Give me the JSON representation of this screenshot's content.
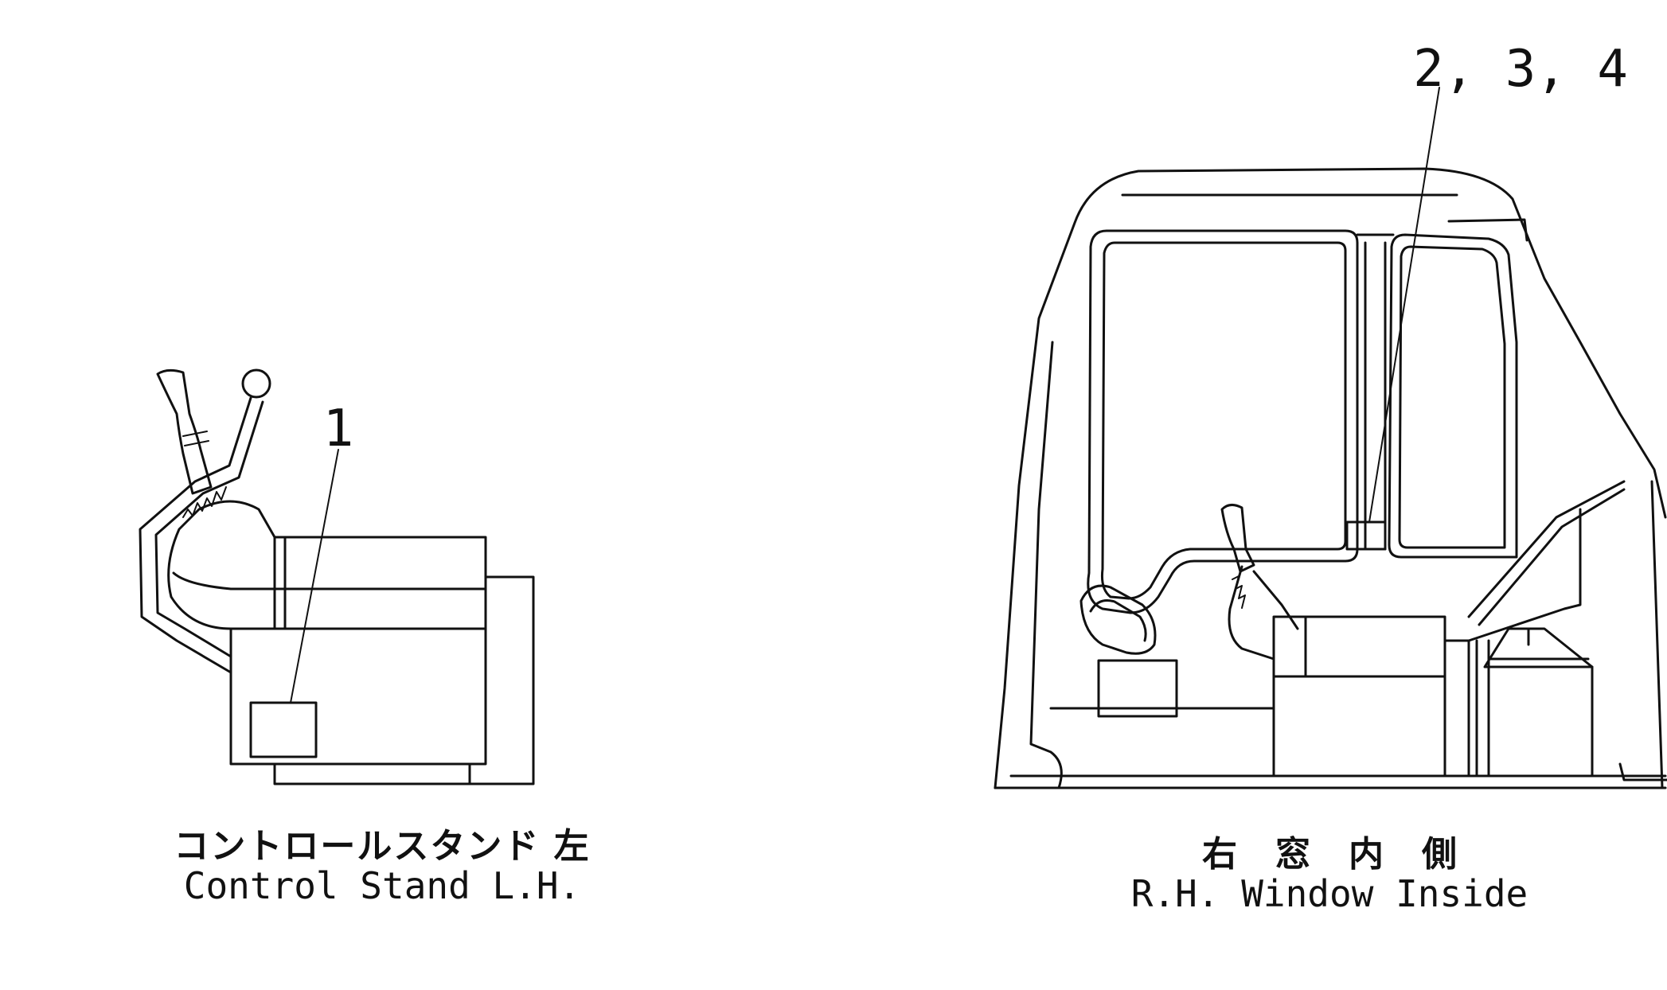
{
  "left_view": {
    "callout": "1",
    "caption_jp": "コントロールスタンド 左",
    "caption_en": "Control Stand L.H."
  },
  "right_view": {
    "callout": "2, 3, 4",
    "caption_jp": "右窓内側",
    "caption_en": "R.H. Window Inside"
  },
  "colors": {
    "line": "#111111",
    "background": "#ffffff"
  }
}
